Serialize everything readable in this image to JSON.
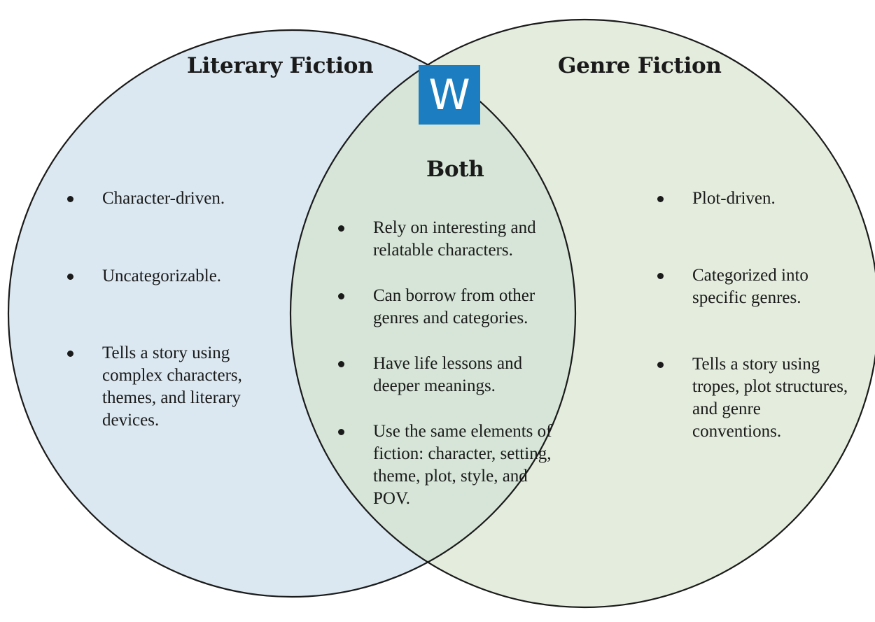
{
  "logo": {
    "letter": "W",
    "color": "#1c7ec0"
  },
  "colors": {
    "left_fill": "#dbe8f1",
    "right_fill": "#e3ecdd",
    "overlap_fill": "#d6e5d7",
    "outline": "#1a1a1a"
  },
  "left": {
    "title": "Literary Fiction",
    "items": [
      "Character-driven.",
      "Uncategorizable.",
      "Tells a story using complex characters, themes, and literary devices."
    ]
  },
  "center": {
    "title": "Both",
    "items": [
      "Rely on interesting and relatable characters.",
      "Can borrow from other genres and categories.",
      "Have life lessons and deeper meanings.",
      "Use the same elements of fiction: character, setting, theme, plot, style, and POV."
    ]
  },
  "right": {
    "title": "Genre Fiction",
    "items": [
      "Plot-driven.",
      "Categorized into specific genres.",
      "Tells a story using tropes, plot structures, and genre conventions."
    ]
  }
}
